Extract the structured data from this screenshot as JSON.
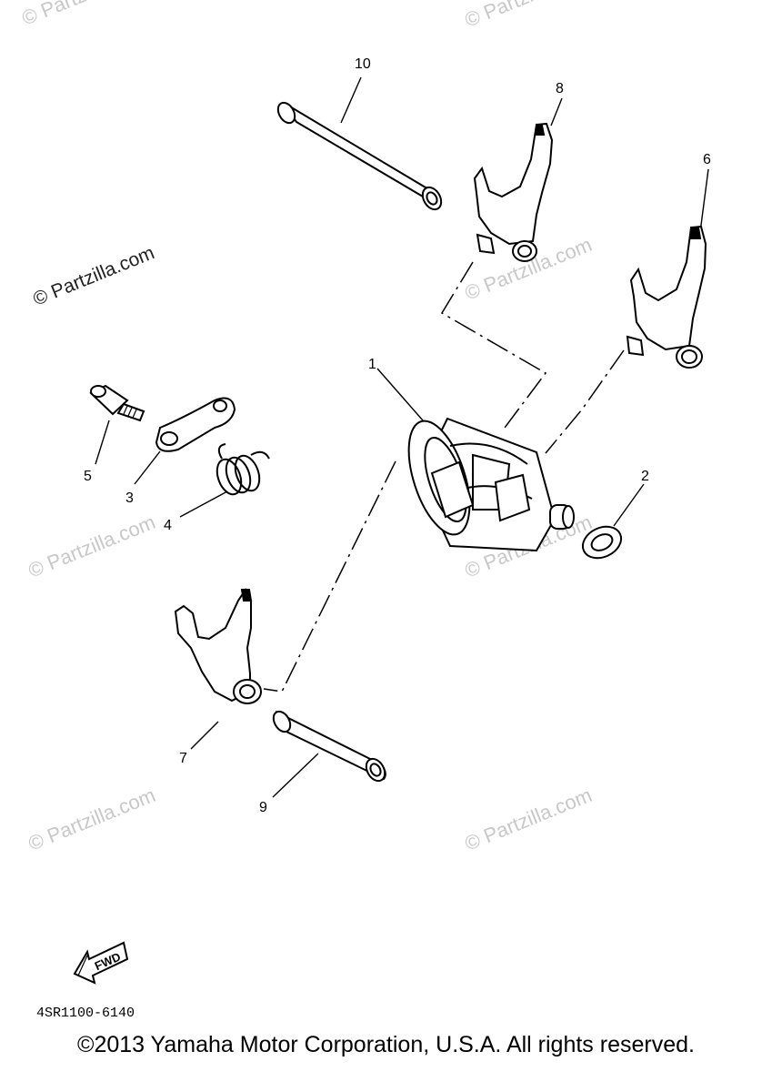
{
  "callouts": {
    "p1": "1",
    "p2": "2",
    "p3": "3",
    "p4": "4",
    "p5": "5",
    "p6": "6",
    "p7": "7",
    "p8": "8",
    "p9": "9",
    "p10": "10"
  },
  "watermark": "© Partzilla.com",
  "fwd_label": "FWD",
  "diagram_code": "4SR1100-6140",
  "copyright": "©2013 Yamaha Motor Corporation, U.S.A. All rights reserved."
}
